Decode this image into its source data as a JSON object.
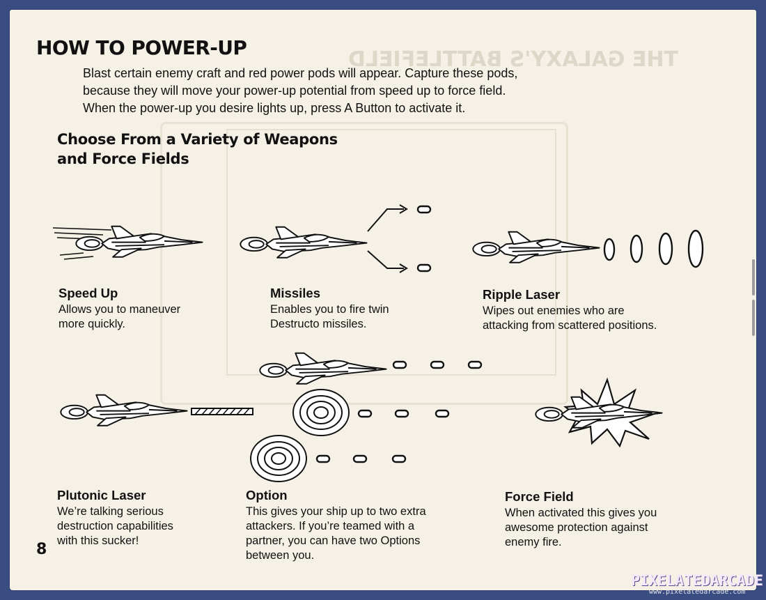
{
  "page": {
    "heading": "HOW TO POWER-UP",
    "intro_lines": [
      "Blast certain enemy craft and red power pods will appear. Capture these pods,",
      "because they will move your power-up potential from speed up to force field.",
      "When the power-up you desire lights up, press A Button to activate it."
    ],
    "subheading_lines": [
      "Choose From a Variety of Weapons",
      "and Force Fields"
    ],
    "page_number": "8"
  },
  "powerups": [
    {
      "title": "Speed Up",
      "lines": [
        "Allows you to maneuver",
        "more quickly."
      ],
      "icon": "ship-speed-lines-icon"
    },
    {
      "title": "Missiles",
      "lines": [
        "Enables you to fire twin",
        "Destructo missiles."
      ],
      "icon": "ship-missiles-icon"
    },
    {
      "title": "Ripple Laser",
      "lines": [
        "Wipes out enemies who are",
        "attacking from scattered positions."
      ],
      "icon": "ship-ripple-laser-icon"
    },
    {
      "title": "Plutonic Laser",
      "lines": [
        "We’re talking serious",
        "destruction capabilities",
        "with this sucker!"
      ],
      "icon": "ship-plutonic-laser-icon"
    },
    {
      "title": "Option",
      "lines": [
        "This gives your ship up to two extra",
        "attackers. If you’re teamed with a",
        "partner, you can have two Options",
        "between you."
      ],
      "icon": "ship-options-icon"
    },
    {
      "title": "Force Field",
      "lines": [
        "When activated this gives you",
        "awesome protection against",
        "enemy fire."
      ],
      "icon": "ship-force-field-icon"
    }
  ],
  "bleed_through": {
    "title": "THE GALAXY'S BATTLEFIELD"
  },
  "watermark": {
    "logo": "PIXELATEDARCADE",
    "url": "www.pixelatedarcade.com"
  }
}
